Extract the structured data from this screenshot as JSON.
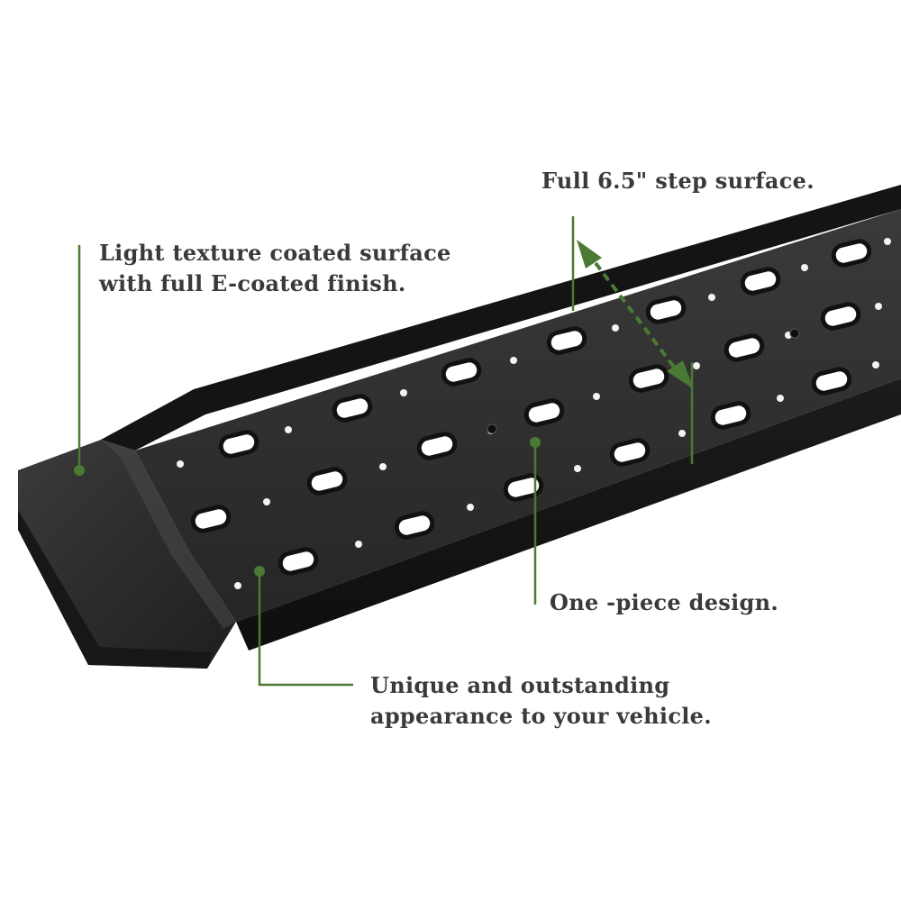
{
  "colors": {
    "background": "#ffffff",
    "callout_text": "#3a3a3a",
    "leader_line": "#4a7a34",
    "step_board": "#2c2c2c"
  },
  "icons": {
    "step_width_arrow": "double-headed-arrow-icon",
    "leader_dot": "leader-dot-icon"
  },
  "callouts": {
    "step_surface": {
      "line1": "Full 6.5\" step surface."
    },
    "texture": {
      "line1": "Light texture coated surface",
      "line2": "with full E-coated finish."
    },
    "design": {
      "line1": "One -piece design."
    },
    "appearance": {
      "line1": "Unique and outstanding",
      "line2": "appearance to your vehicle."
    }
  }
}
